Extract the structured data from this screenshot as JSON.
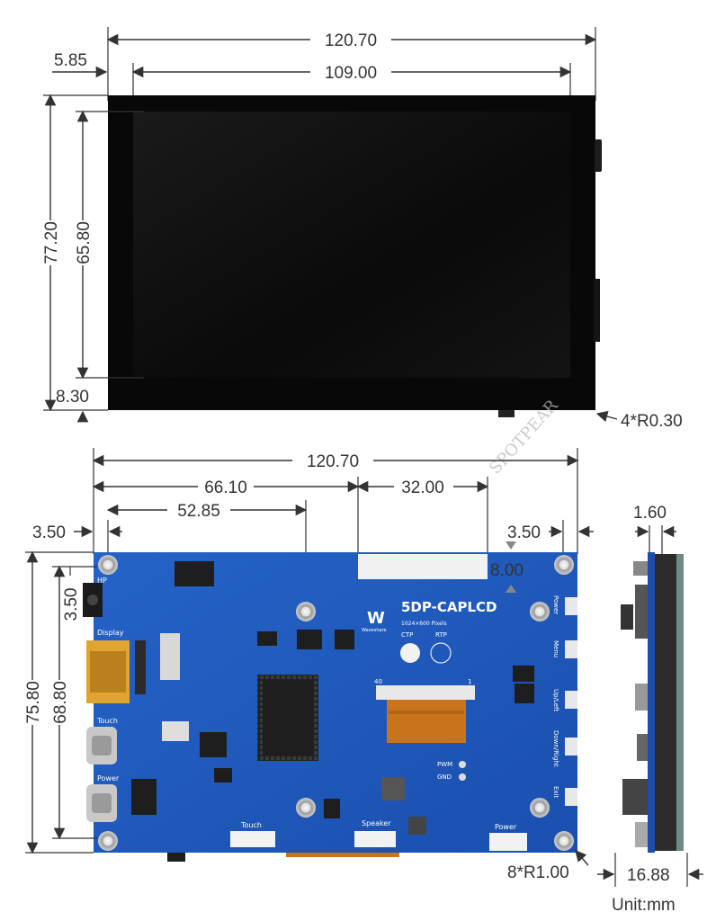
{
  "colors": {
    "pcb": "#1f57b8",
    "bezel": "#0b0b0b",
    "line": "#333333",
    "flex": "#c9741b"
  },
  "front_view": {
    "overall_width": "120.70",
    "active_width": "109.00",
    "left_margin": "5.85",
    "overall_height": "77.20",
    "active_height": "65.80",
    "bottom_margin": "8.30",
    "corner_radius": "4*R0.30"
  },
  "back_view": {
    "overall_width": "120.70",
    "to_label_right": "66.10",
    "to_fpc_left": "52.85",
    "label_width": "32.00",
    "hole_left": "3.50",
    "hole_right": "3.50",
    "hole_top": "3.50",
    "label_height": "8.00",
    "overall_height": "75.80",
    "hole_span": "68.80",
    "hole_radius": "8*R1.00"
  },
  "side_view": {
    "board_thickness": "1.60",
    "total_thickness": "16.88"
  },
  "unit": "Unit:mm",
  "watermark": "SPOTPEAR",
  "board": {
    "product": "5DP-CAPLCD",
    "resolution": "1024×600 Pixels",
    "brand": "Waveshare",
    "hp": "HP",
    "display": "Display",
    "touch_port": "Touch",
    "power_port": "Power",
    "touch_conn": "Touch",
    "speaker_conn": "Speaker",
    "power_conn": "Power",
    "ctp": "CTP",
    "rtp": "RTP",
    "pwm": "PWM",
    "gnd": "GND",
    "btn_power": "Power",
    "btn_menu": "Menu",
    "btn_up": "Up/Left",
    "btn_down": "Down/Right",
    "btn_exit": "Exit",
    "fpc_40": "40",
    "fpc_1": "1"
  }
}
